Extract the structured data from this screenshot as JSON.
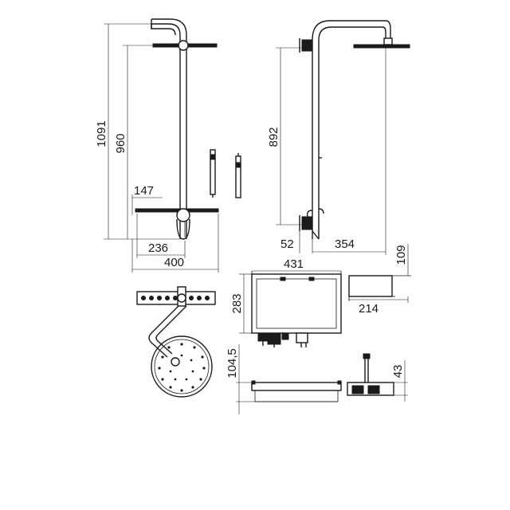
{
  "dimensions": {
    "d1091": "1091",
    "d960": "960",
    "d147": "147",
    "d236": "236",
    "d400": "400",
    "d892": "892",
    "d52": "52",
    "d354": "354",
    "d109": "109",
    "d431": "431",
    "d283": "283",
    "d214": "214",
    "d104_5": "104,5",
    "d43": "43"
  },
  "colors": {
    "line": "#1a1a1a",
    "background": "#ffffff"
  }
}
